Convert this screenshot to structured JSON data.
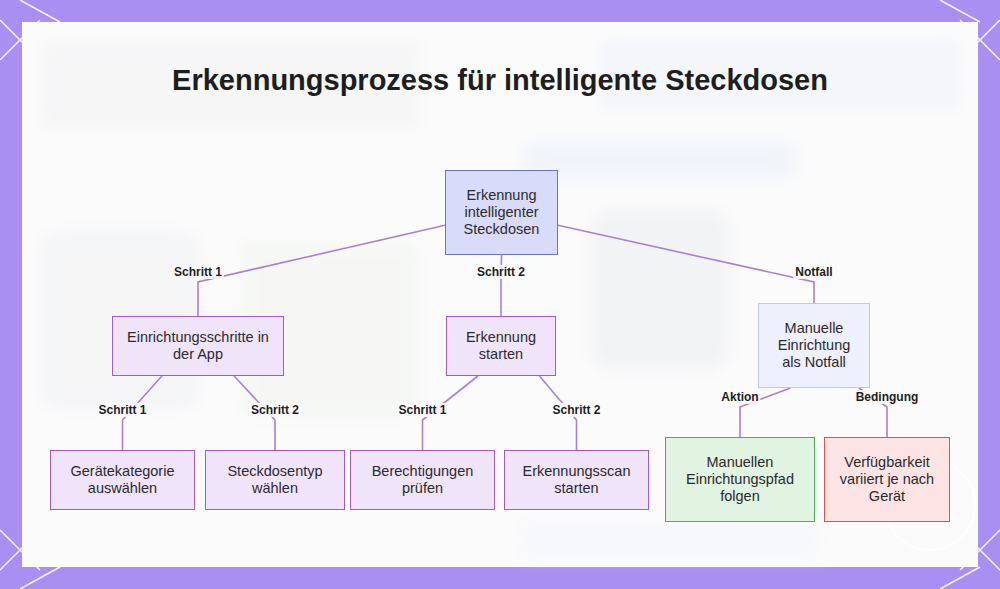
{
  "diagram": {
    "title": "Erkennungsprozess für intelligente Steckdosen",
    "nodes": [
      {
        "text": [
          "Erkennung intelligenter Steckdosen"
        ]
      },
      {
        "text": [
          "Einrichtungsschritte in der App"
        ]
      },
      {
        "text": [
          "Erkennung starten"
        ]
      },
      {
        "text": [
          "Manuelle Einrichtung als Notfall"
        ]
      },
      {
        "text": [
          "Gerätekategorie auswählen"
        ]
      },
      {
        "text": [
          "Steckdosentyp wählen"
        ]
      },
      {
        "text": [
          "Berechtigungen prüfen"
        ]
      },
      {
        "text": [
          "Erkennungsscan starten"
        ]
      },
      {
        "text": [
          "Manuellen Einrichtungspfad folgen"
        ]
      },
      {
        "text": [
          "Verfügbarkeit variiert je nach Gerät"
        ]
      }
    ],
    "edges": [
      {
        "from": 0,
        "to": 1,
        "label": "Schritt 1",
        "arrow": "none"
      },
      {
        "from": 0,
        "to": 2,
        "label": "Schritt 2",
        "arrow": "none"
      },
      {
        "from": 0,
        "to": 3,
        "label": "Notfall",
        "arrow": "none"
      },
      {
        "from": 1,
        "to": 4,
        "label": "Schritt 1",
        "arrow": "none"
      },
      {
        "from": 1,
        "to": 5,
        "label": "Schritt 2",
        "arrow": "none"
      },
      {
        "from": 2,
        "to": 6,
        "label": "Schritt 1",
        "arrow": "none"
      },
      {
        "from": 2,
        "to": 7,
        "label": "Schritt 2",
        "arrow": "none"
      },
      {
        "from": 3,
        "to": 8,
        "label": "Aktion",
        "arrow": "none"
      },
      {
        "from": 3,
        "to": 9,
        "label": "Bedingung",
        "arrow": "none"
      }
    ]
  }
}
